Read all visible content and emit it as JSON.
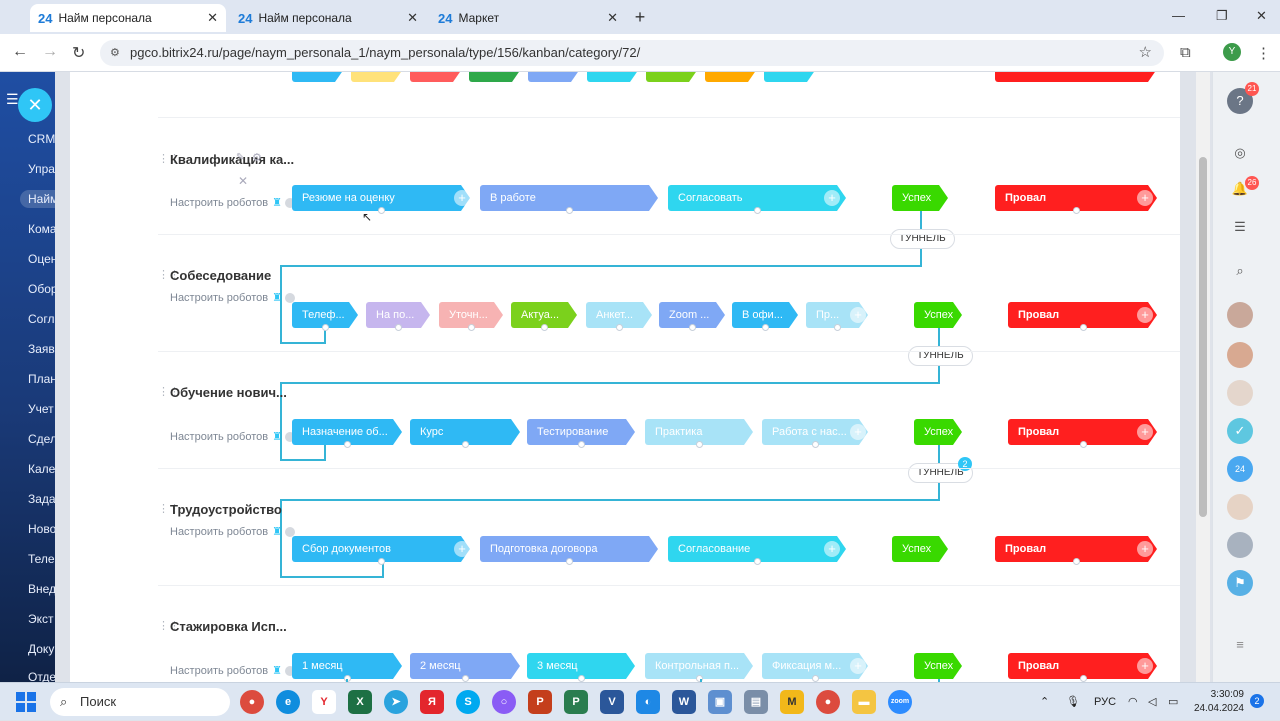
{
  "browser": {
    "tabs": [
      {
        "favicon": "24",
        "title": "Найм персонала"
      },
      {
        "favicon": "24",
        "title": "Найм персонала"
      },
      {
        "favicon": "24",
        "title": "Маркет"
      }
    ],
    "url": "pgco.bitrix24.ru/page/naym_personala_1/naym_personala/type/156/kanban/category/72/",
    "profile_initial": "Y"
  },
  "leftnav": {
    "items": [
      "CRM",
      "Упра",
      "Найм",
      "Кома",
      "Оцен",
      "Обор",
      "Согл",
      "Заяв",
      "План",
      "Учет",
      "Сдел",
      "Кале",
      "Зада",
      "Ново",
      "Теле",
      "Внед",
      "Экст",
      "Доку",
      "Отде"
    ]
  },
  "funnels": [
    {
      "title": "Квалификация ка...",
      "robots_label": "Настроить роботов",
      "stages": [
        {
          "label": "Резюме на оценку",
          "color": "#2fb9f4"
        },
        {
          "label": "В работе",
          "color": "#7fa8f5"
        },
        {
          "label": "Согласовать",
          "color": "#2fd6ef"
        }
      ],
      "success": "Успех",
      "fail": "Провал",
      "tunnel": "ТУННЕЛЬ"
    },
    {
      "title": "Собеседование",
      "robots_label": "Настроить роботов",
      "stages": [
        {
          "label": "Телеф...",
          "color": "#2fb9f4"
        },
        {
          "label": "На по...",
          "color": "#c6b6ee"
        },
        {
          "label": "Уточн...",
          "color": "#f7b3b3"
        },
        {
          "label": "Актуа...",
          "color": "#7bd11c"
        },
        {
          "label": "Анкет...",
          "color": "#a8e3f7"
        },
        {
          "label": "Zoom ...",
          "color": "#7fa8f5"
        },
        {
          "label": "В офи...",
          "color": "#2fb9f4"
        },
        {
          "label": "Пр...",
          "color": "#a8e3f7"
        }
      ],
      "success": "Успех",
      "fail": "Провал",
      "tunnel": "ТУННЕЛЬ"
    },
    {
      "title": "Обучение нович...",
      "robots_label": "Настроить роботов",
      "stages": [
        {
          "label": "Назначение об...",
          "color": "#2fb9f4"
        },
        {
          "label": "Курс",
          "color": "#2fb9f4"
        },
        {
          "label": "Тестирование",
          "color": "#7fa8f5"
        },
        {
          "label": "Практика",
          "color": "#a8e3f7"
        },
        {
          "label": "Работа с нас...",
          "color": "#a8e3f7"
        }
      ],
      "success": "Успех",
      "fail": "Провал",
      "tunnel": "ТУННЕЛЬ",
      "tunnel_badge": "2"
    },
    {
      "title": "Трудоустройство",
      "robots_label": "Настроить роботов",
      "stages": [
        {
          "label": "Сбор документов",
          "color": "#2fb9f4"
        },
        {
          "label": "Подготовка договора",
          "color": "#7fa8f5"
        },
        {
          "label": "Согласование",
          "color": "#2fd6ef"
        }
      ],
      "success": "Успех",
      "fail": "Провал"
    },
    {
      "title": "Стажировка Исп...",
      "robots_label": "Настроить роботов",
      "stages": [
        {
          "label": "1 месяц",
          "color": "#2fb9f4"
        },
        {
          "label": "2 месяц",
          "color": "#7fa8f5"
        },
        {
          "label": "3 месяц",
          "color": "#2fd6ef"
        },
        {
          "label": "Контрольная п...",
          "color": "#a8e3f7"
        },
        {
          "label": "Фиксация м...",
          "color": "#a8e3f7"
        }
      ],
      "success": "Успех",
      "fail": "Провал"
    }
  ],
  "colors": {
    "success": "#39d900",
    "fail": "#ff1f1f",
    "accent": "#2fc6f6",
    "tunnel_line": "#35b4d6"
  },
  "rightpanel": {
    "badges": [
      "21",
      "26"
    ]
  },
  "taskbar": {
    "search_placeholder": "Поиск",
    "lang": "РУС",
    "time": "3:30:09",
    "date": "24.04.2024",
    "notification_count": "2"
  }
}
